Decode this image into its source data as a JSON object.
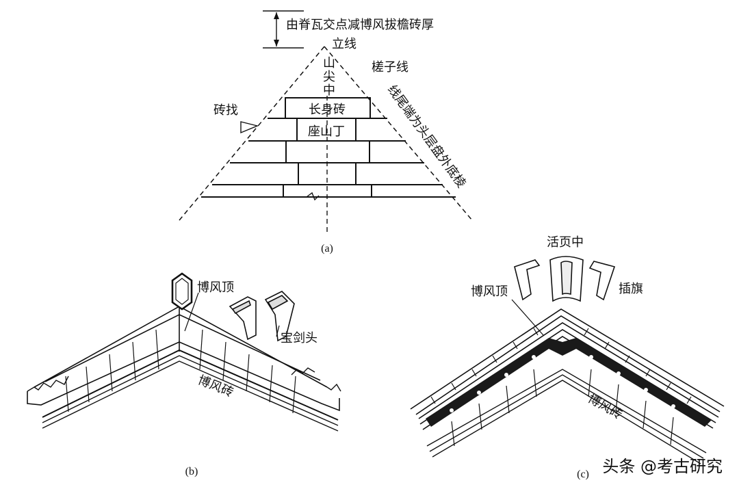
{
  "panel_a": {
    "top_note_line1": "由脊瓦交点减博风拔檐砖厚",
    "top_note_line2": "立线",
    "apex_label": [
      "山",
      "尖",
      "中"
    ],
    "rafter_line": "槎子线",
    "outer_edge": "线尾端为头层盘外底棱",
    "brick_long": "长身砖",
    "brick_seat": "座山丁",
    "brick_cut": "砖找",
    "caption": "(a)"
  },
  "panel_b": {
    "top_label": "博风顶",
    "sword_head": "宝剑头",
    "brick_label": "博风砖",
    "caption": "(b)"
  },
  "panel_c": {
    "center_label": "活页中",
    "top_label": "博风顶",
    "flag_label": "插旗",
    "brick_label": "博风砖",
    "caption": "(c)"
  },
  "watermark": "头条 @考古研究"
}
